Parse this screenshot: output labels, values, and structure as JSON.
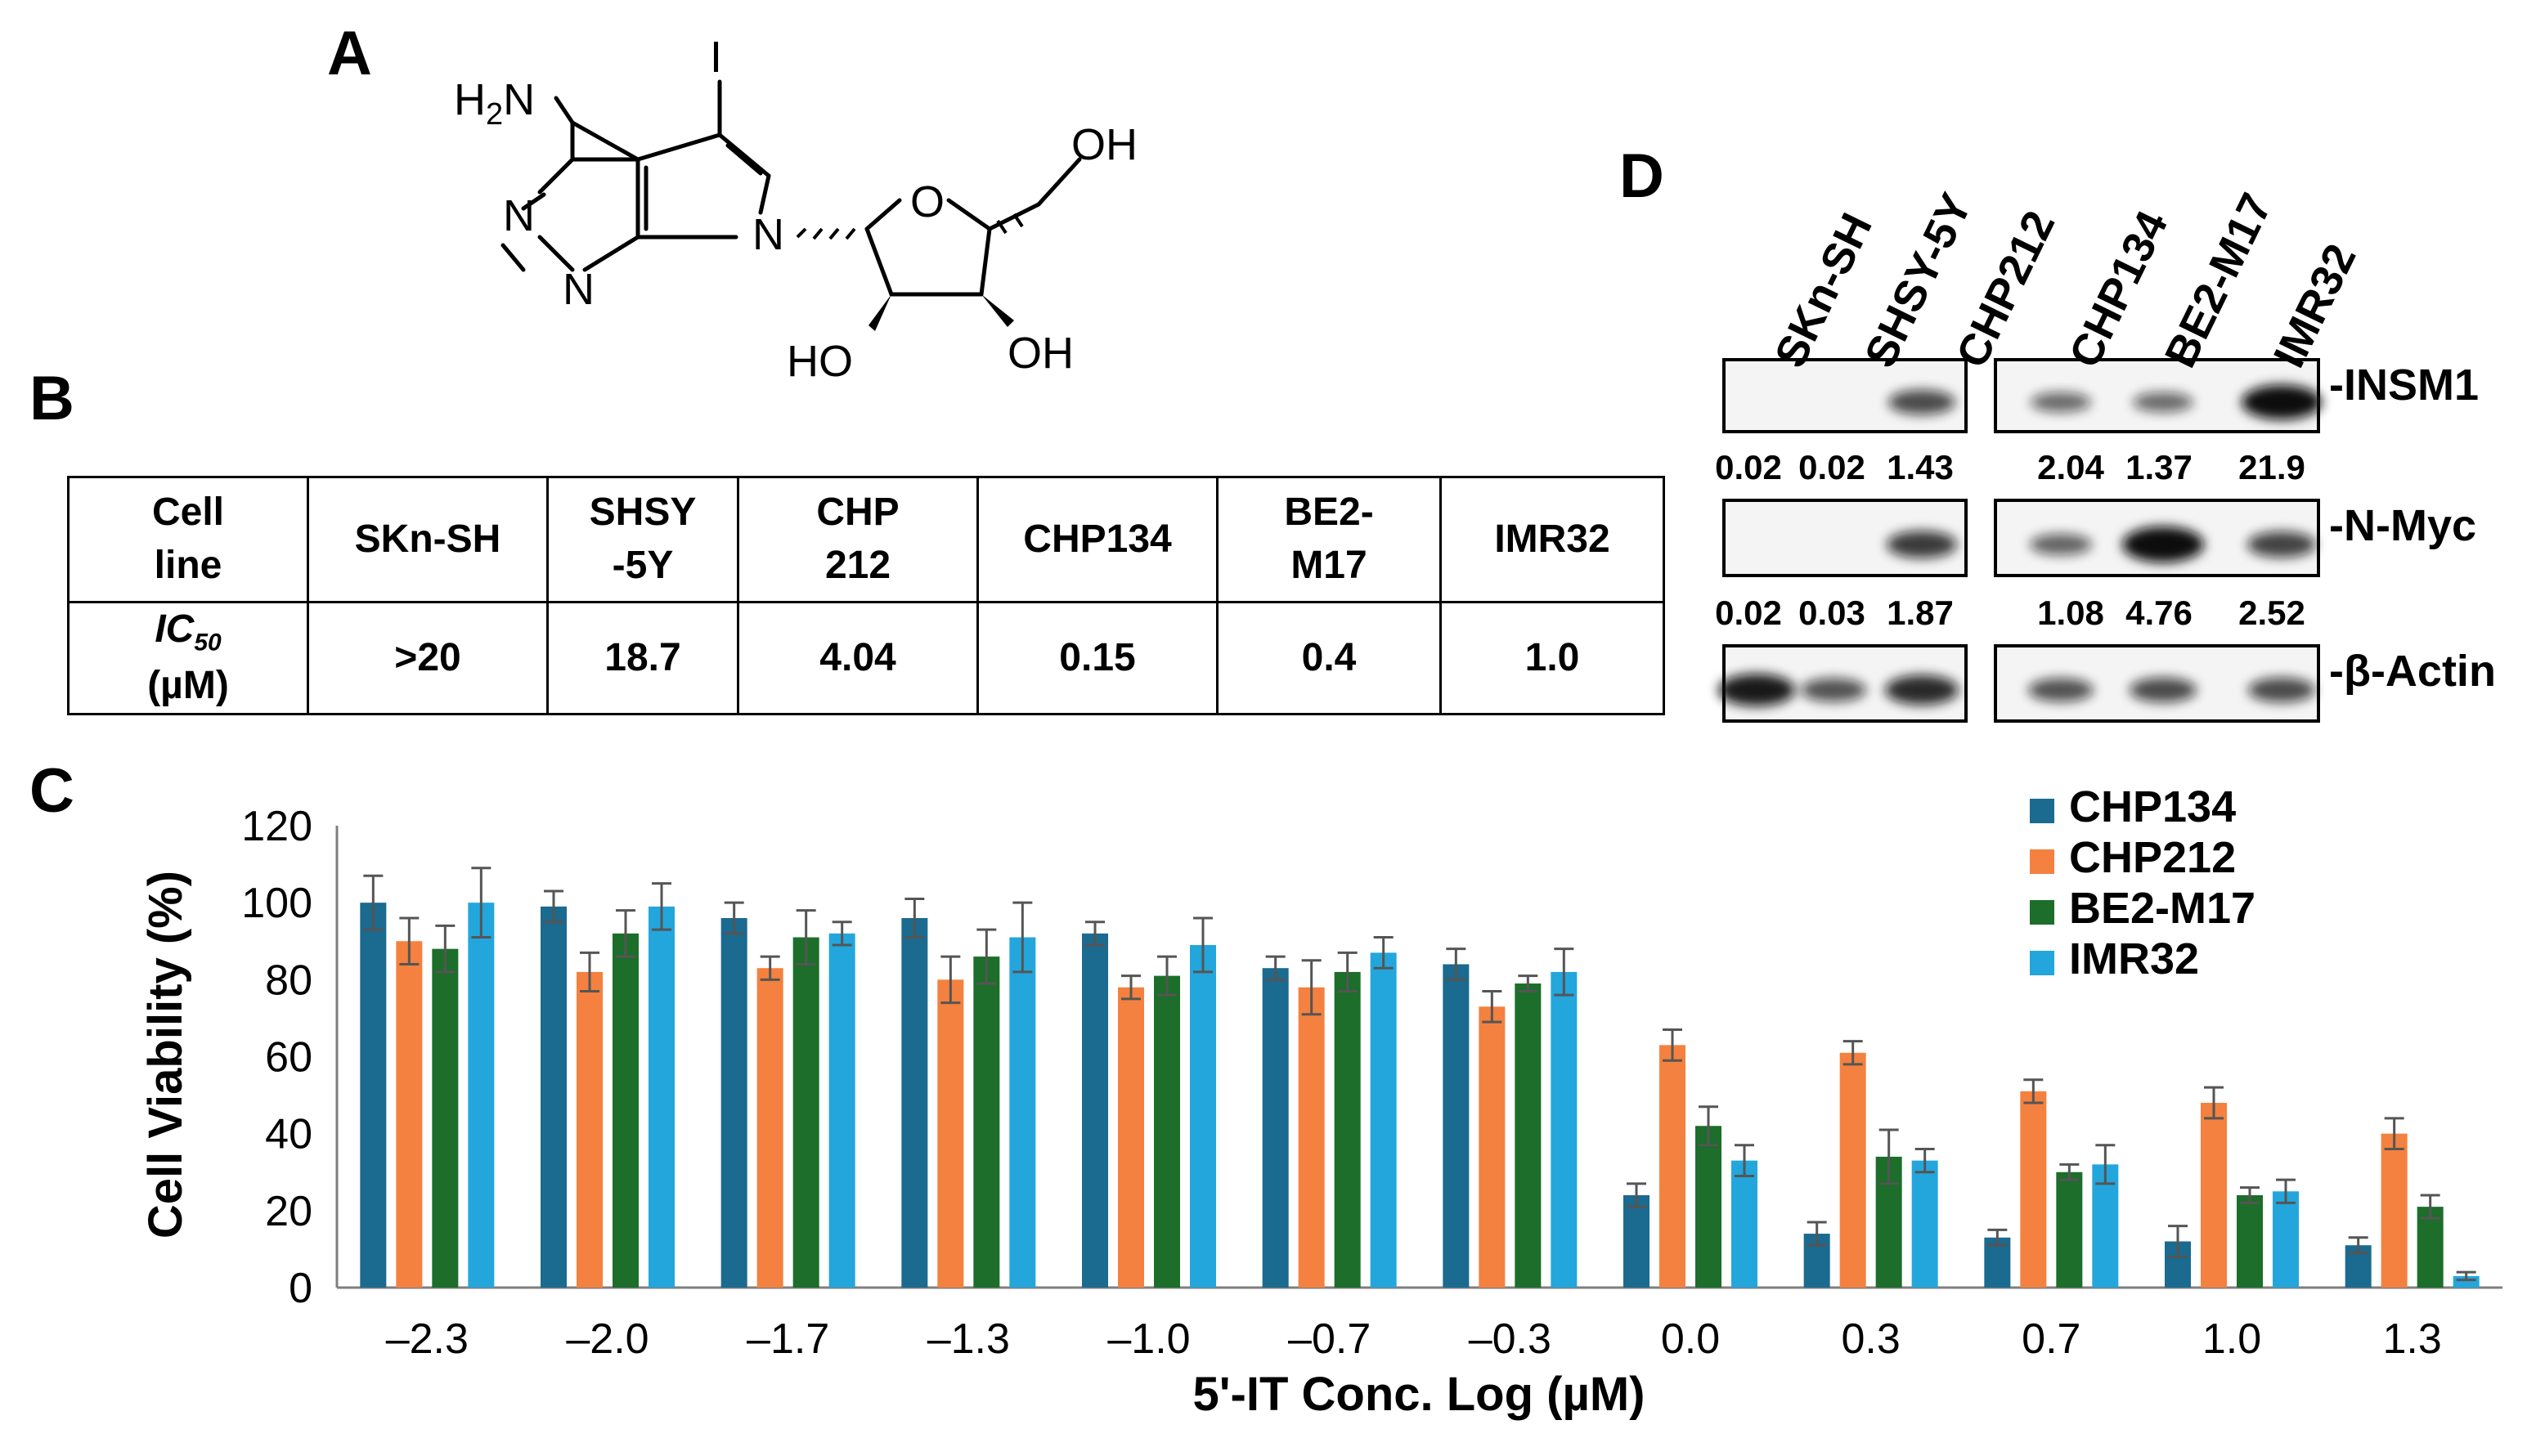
{
  "panels": {
    "a": "A",
    "b": "B",
    "c": "C",
    "d": "D"
  },
  "structure": {
    "nh2": "H",
    "nh2_sub": "2",
    "nh2_n": "N",
    "iodo": "I",
    "n1": "N",
    "n3": "N",
    "n7": "N",
    "ring_o": "O",
    "oh5": "OH",
    "oh2": "HO",
    "oh3": "OH"
  },
  "table": {
    "header": [
      "Cell line",
      "SKn-SH",
      "SHSY -5Y",
      "CHP 212",
      "CHP134",
      "BE2- M17",
      "IMR32"
    ],
    "header_lines": [
      [
        "Cell",
        "line"
      ],
      [
        "SKn-SH"
      ],
      [
        "SHSY",
        "-5Y"
      ],
      [
        "CHP",
        "212"
      ],
      [
        "CHP134"
      ],
      [
        "BE2-",
        "M17"
      ],
      [
        "IMR32"
      ]
    ],
    "row_label_ic": "IC",
    "row_label_sub": "50",
    "row_label_unit": "(µM)",
    "values": [
      ">20",
      "18.7",
      "4.04",
      "0.15",
      "0.4",
      "1.0"
    ]
  },
  "blot": {
    "lanes": [
      "SKn-SH",
      "SHSY-5Y",
      "CHP212",
      "CHP134",
      "BE2-M17",
      "IMR32"
    ],
    "band_labels": [
      "-INSM1",
      "-N-Myc",
      "-β-Actin"
    ],
    "insm1_quant": [
      "0.02",
      "0.02",
      "1.43",
      "2.04",
      "1.37",
      "21.9"
    ],
    "nmyc_quant": [
      "0.02",
      "0.03",
      "1.87",
      "1.08",
      "4.76",
      "2.52"
    ],
    "insm1_intensity": [
      0.0,
      0.0,
      0.55,
      0.35,
      0.35,
      0.95
    ],
    "nmyc_intensity": [
      0.0,
      0.0,
      0.65,
      0.4,
      1.0,
      0.6
    ],
    "actin_intensity": [
      0.85,
      0.5,
      0.75,
      0.5,
      0.55,
      0.55
    ]
  },
  "chart_data": {
    "type": "bar",
    "title": "",
    "xlabel": "5'-IT Conc. Log (µM)",
    "ylabel": "Cell Viability (%)",
    "ylim": [
      0,
      120
    ],
    "yticks": [
      "0",
      "20",
      "40",
      "60",
      "80",
      "100",
      "120"
    ],
    "categories": [
      "–2.3",
      "–2.0",
      "–1.7",
      "–1.3",
      "–1.0",
      "–0.7",
      "–0.3",
      "0.0",
      "0.3",
      "0.7",
      "1.0",
      "1.3"
    ],
    "legend_position": "top-right",
    "grid": false,
    "error_bars": true,
    "series": [
      {
        "name": "CHP134",
        "color": "#1b6a8f",
        "values": [
          100,
          99,
          96,
          96,
          92,
          83,
          84,
          24,
          14,
          13,
          12,
          11
        ],
        "errors": [
          7,
          4,
          4,
          5,
          3,
          3,
          4,
          3,
          3,
          2,
          4,
          2
        ]
      },
      {
        "name": "CHP212",
        "color": "#f4813f",
        "values": [
          90,
          82,
          83,
          80,
          78,
          78,
          73,
          63,
          61,
          51,
          48,
          40
        ],
        "errors": [
          6,
          5,
          3,
          6,
          3,
          7,
          4,
          4,
          3,
          3,
          4,
          4
        ]
      },
      {
        "name": "BE2-M17",
        "color": "#1c6e2a",
        "values": [
          88,
          92,
          91,
          86,
          81,
          82,
          79,
          42,
          34,
          30,
          24,
          21
        ],
        "errors": [
          6,
          6,
          7,
          7,
          5,
          5,
          2,
          5,
          7,
          2,
          2,
          3
        ]
      },
      {
        "name": "IMR32",
        "color": "#23a6dc",
        "values": [
          100,
          99,
          92,
          91,
          89,
          87,
          82,
          33,
          33,
          32,
          25,
          3
        ],
        "errors": [
          9,
          6,
          3,
          9,
          7,
          4,
          6,
          4,
          3,
          5,
          3,
          1
        ]
      }
    ]
  }
}
